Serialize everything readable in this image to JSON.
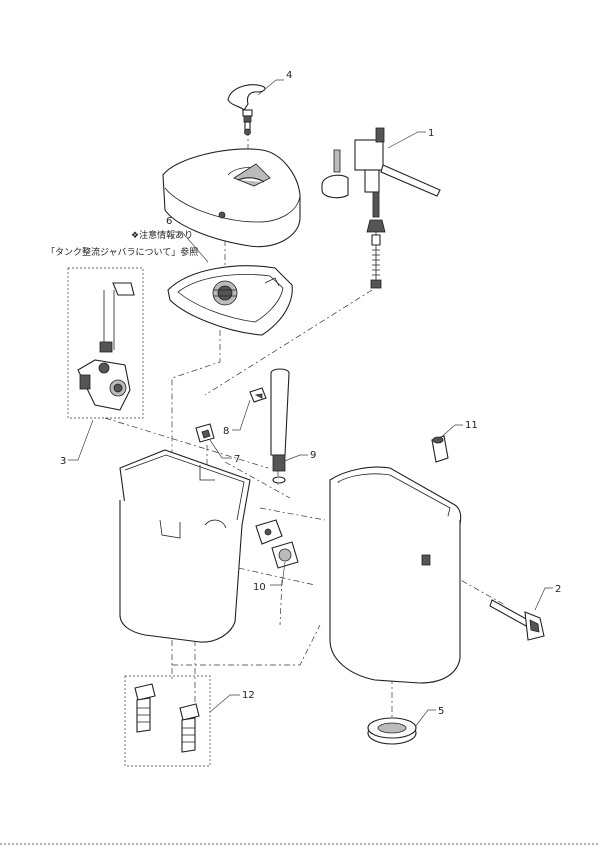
{
  "notes": {
    "line1": "❖注意情報あり",
    "line2": "「タンク整流ジャバラについて」参照"
  },
  "callouts": {
    "c1": "1",
    "c2": "2",
    "c3": "3",
    "c4": "4",
    "c5": "5",
    "c6": "6",
    "c7": "7",
    "c8": "8",
    "c9": "9",
    "c10": "10",
    "c11": "11",
    "c12": "12"
  }
}
